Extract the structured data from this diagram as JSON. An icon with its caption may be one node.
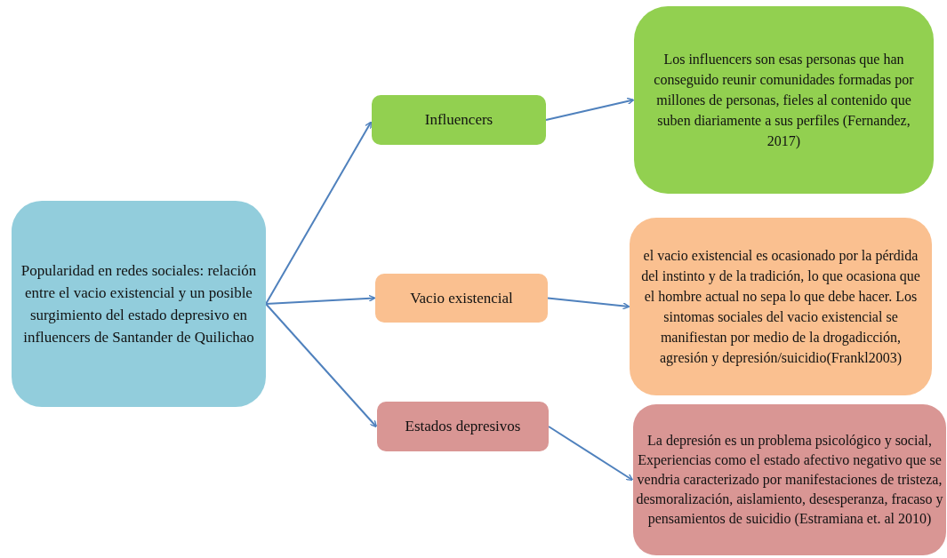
{
  "diagram": {
    "nodes": [
      {
        "text": [
          "Popularidad en redes sociales: relación entre el vacio existencial y un posible surgimiento del estado depresivo en influencers de Santander de Quilichao"
        ]
      },
      {
        "text": [
          "Influencers"
        ]
      },
      {
        "text": [
          "Vacio existencial"
        ]
      },
      {
        "text": [
          "Estados depresivos"
        ]
      },
      {
        "text": [
          "Los influencers son esas personas que han conseguido reunir comunidades formadas por millones de personas, fieles al contenido que suben diariamente a sus perfiles (Fernandez, 2017)"
        ]
      },
      {
        "text": [
          "el vacio existencial es ocasionado por la pérdida del instinto y de la tradición, lo que ocasiona que el hombre actual no sepa lo que debe hacer. Los sintomas sociales del vacio existencial se manifiestan por medio de la drogadicción, agresión y depresión/suicidio(Frankl2003)"
        ]
      },
      {
        "text": [
          "La depresión es un problema psicológico y social, Experiencias como el estado afectivo negativo que se vendria caracterizado por manifestaciones de tristeza, desmoralización, aislamiento, desesperanza, fracaso y pensamientos de suicidio (Estramiana et. al 2010)"
        ]
      }
    ],
    "edges": [
      {
        "from": 0,
        "to": 1,
        "arrow": "to"
      },
      {
        "from": 0,
        "to": 2,
        "arrow": "to"
      },
      {
        "from": 0,
        "to": 3,
        "arrow": "to"
      },
      {
        "from": 1,
        "to": 4,
        "arrow": "to"
      },
      {
        "from": 2,
        "to": 5,
        "arrow": "to"
      },
      {
        "from": 3,
        "to": 6,
        "arrow": "to"
      }
    ]
  }
}
